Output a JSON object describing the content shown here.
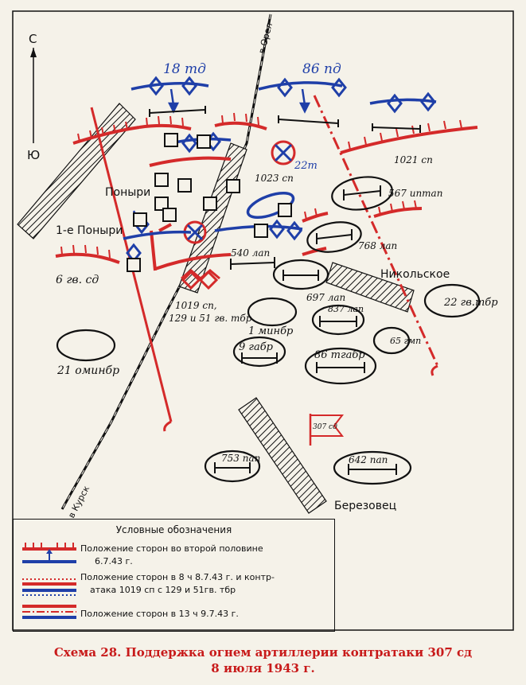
{
  "north_label": "С",
  "south_label": "Ю",
  "places": {
    "ponyri": "Поныри",
    "ponyri1": "1-е Поныри",
    "nikolskoe": "Никольское",
    "berezovets": "Березовец",
    "to_orel": "в Орел",
    "to_kursk": "в Курск"
  },
  "units": {
    "td18": "18 тд",
    "pd86": "86 пд",
    "t22": "22т",
    "sp1023": "1023 сп",
    "sp1021": "1021 сп",
    "iptap567": "567 иптап",
    "lap768": "768 лап",
    "lap540": "540 лап",
    "lap697": "697 лап",
    "gvsd6": "6 гв. сд",
    "sp1019a": "1019 сп,",
    "sp1019b": "129 и 51 гв. тбр",
    "minbr1": "1 минбр",
    "gabr9": "9 габр",
    "tgabr86": "86 тгабр",
    "lap837": "837 лап",
    "gmp65": "65 гмп",
    "gtbr22": "22 гв.тбр",
    "ominbr21": "21 оминбр",
    "pap753": "753 пап",
    "pap642": "642 пап",
    "sd307": "307 сд"
  },
  "legend": {
    "title": "Условные обозначения",
    "item1_line1": "Положение сторон во второй половине",
    "item1_line2": "6.7.43 г.",
    "item2_line1": "Положение сторон в 8 ч  8.7.43 г. и контр-",
    "item2_line2": "атака  1019 сп с 129 и 51гв. тбр",
    "item3": "Положение сторон в 13 ч  9.7.43 г."
  },
  "caption": {
    "line1": "Схема 28. Поддержка огнем артиллерии контратаки 307 сд",
    "line2": "8 июля 1943 г."
  },
  "colors": {
    "red": "#d42a2a",
    "blue": "#1f3fa8",
    "black": "#111111"
  }
}
